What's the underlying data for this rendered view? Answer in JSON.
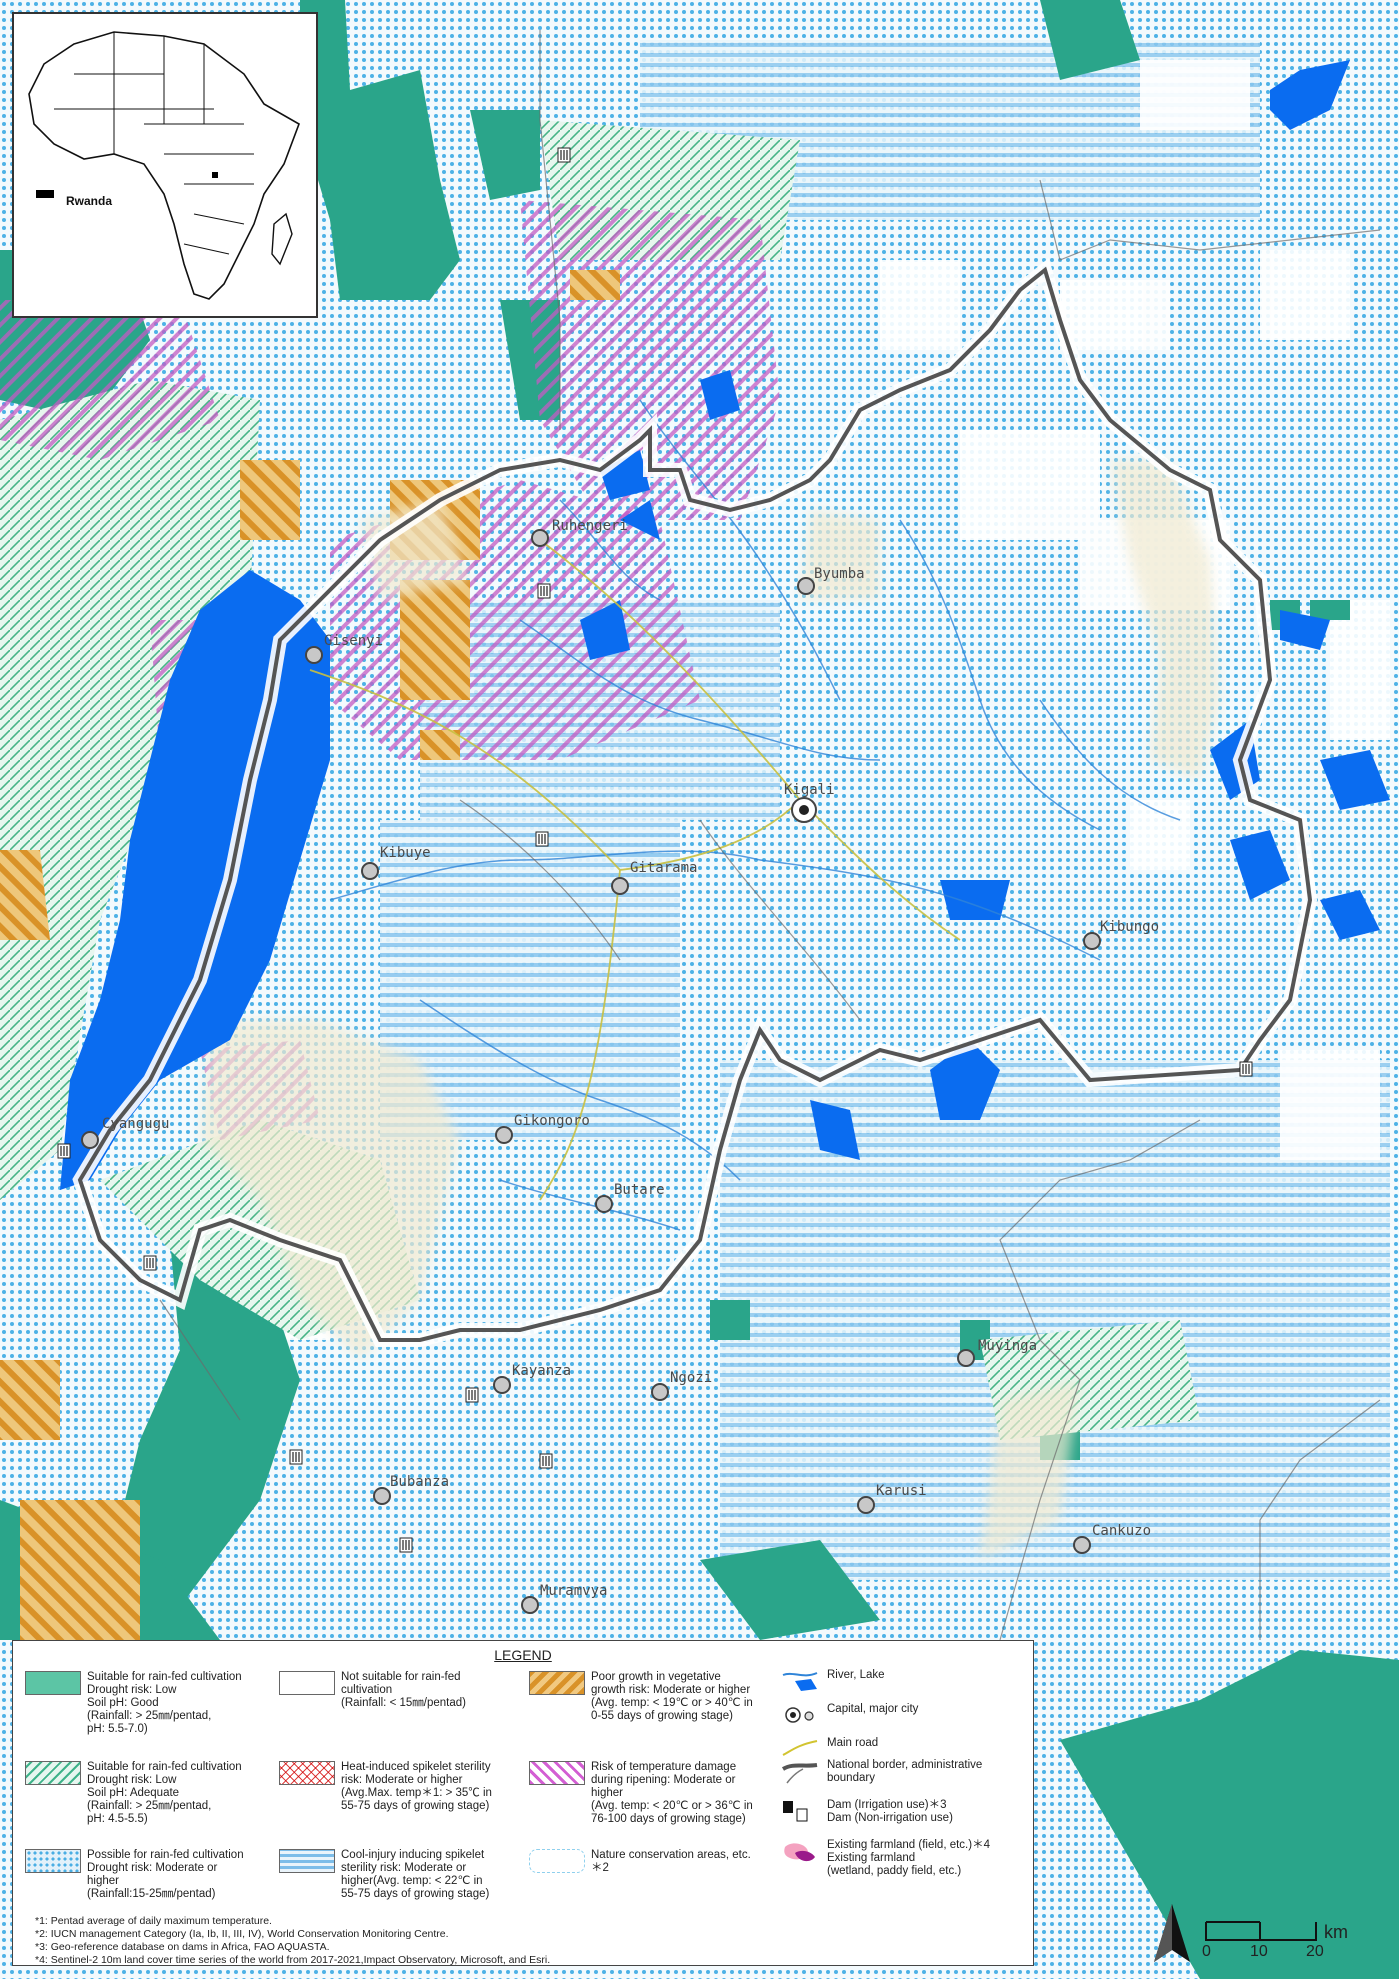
{
  "cities": [
    {
      "id": "ruhengeri",
      "label": "Ruhengeri",
      "capital": false
    },
    {
      "id": "byumba",
      "label": "Byumba",
      "capital": false
    },
    {
      "id": "gisenyi",
      "label": "Gisenyi",
      "capital": false
    },
    {
      "id": "kigali",
      "label": "Kigali",
      "capital": true
    },
    {
      "id": "kibuye",
      "label": "Kibuye",
      "capital": false
    },
    {
      "id": "gitarama",
      "label": "Gitarama",
      "capital": false
    },
    {
      "id": "kibungo",
      "label": "Kibungo",
      "capital": false
    },
    {
      "id": "cyangugu",
      "label": "Cyangugu",
      "capital": false
    },
    {
      "id": "gikongoro",
      "label": "Gikongoro",
      "capital": false
    },
    {
      "id": "butare",
      "label": "Butare",
      "capital": false
    },
    {
      "id": "kayanza",
      "label": "Kayanza",
      "capital": false
    },
    {
      "id": "ngozi",
      "label": "Ngozi",
      "capital": false
    },
    {
      "id": "muyinga",
      "label": "Muyinga",
      "capital": false
    },
    {
      "id": "bubanza",
      "label": "Bubanza",
      "capital": false
    },
    {
      "id": "karusi",
      "label": "Karusi",
      "capital": false
    },
    {
      "id": "cankuzo",
      "label": "Cankuzo",
      "capital": false
    },
    {
      "id": "muramvya",
      "label": "Muramvya",
      "capital": false
    }
  ],
  "inset": {
    "country_label": "Rwanda"
  },
  "legend": {
    "title": "LEGEND",
    "categories": [
      {
        "id": "suitable-good",
        "lines": [
          "Suitable for rain-fed cultivation",
          "Drought risk: Low",
          "Soil pH: Good",
          "(Rainfall: > 25㎜/pentad,",
          "pH: 5.5-7.0)"
        ]
      },
      {
        "id": "not-suitable",
        "lines": [
          "Not suitable for rain-fed",
          "cultivation",
          "(Rainfall: < 15㎜/pentad)"
        ]
      },
      {
        "id": "poor-growth",
        "lines": [
          "Poor growth in vegetative",
          "growth risk: Moderate or higher",
          "(Avg. temp: < 19℃ or > 40℃ in",
          "0-55 days of growing stage)"
        ]
      },
      {
        "id": "suitable-adequate",
        "lines": [
          "Suitable for rain-fed cultivation",
          "Drought risk: Low",
          "Soil pH: Adequate",
          "(Rainfall: > 25㎜/pentad,",
          "pH: 4.5-5.5)"
        ]
      },
      {
        "id": "heat-sterility",
        "lines": [
          "Heat-induced spikelet sterility",
          "risk: Moderate or higher",
          "(Avg.Max. temp＊1: > 35℃ in",
          "55-75 days of growing stage)"
        ]
      },
      {
        "id": "ripening-damage",
        "lines": [
          "Risk of temperature damage",
          "during ripening: Moderate or",
          "higher",
          "(Avg. temp: < 20℃ or > 36℃ in",
          "76-100 days of growing stage)"
        ]
      },
      {
        "id": "possible",
        "lines": [
          "Possible for rain-fed cultivation",
          "Drought risk: Moderate or",
          "higher",
          "(Rainfall:15-25㎜/pentad)"
        ]
      },
      {
        "id": "cool-injury",
        "lines": [
          "Cool-injury inducing spikelet",
          "sterility risk: Moderate or",
          "higher(Avg. temp: < 22℃ in",
          "55-75 days of growing stage)"
        ]
      },
      {
        "id": "nature-conservation",
        "lines": [
          "Nature conservation areas, etc.",
          "＊2"
        ]
      }
    ],
    "symbols": [
      {
        "id": "river-lake",
        "lines": [
          "River, Lake"
        ]
      },
      {
        "id": "capital-city",
        "lines": [
          "Capital, major city"
        ]
      },
      {
        "id": "main-road",
        "lines": [
          "Main road"
        ]
      },
      {
        "id": "border",
        "lines": [
          "National border, administrative",
          "boundary"
        ]
      },
      {
        "id": "dam",
        "lines": [
          "Dam (Irrigation use)＊3",
          "Dam (Non-irrigation use)"
        ]
      },
      {
        "id": "farmland",
        "lines": [
          "Existing farmland (field, etc.)＊4",
          "Existing farmland",
          "(wetland, paddy field, etc.)"
        ]
      }
    ],
    "footnotes": [
      "*1: Pentad average of daily maximum temperature.",
      "*2: IUCN management Category (Ia, Ib, II, III, IV), World Conservation Monitoring Centre.",
      "*3: Geo-reference database on dams in Africa, FAO AQUASTA.",
      "*4: Sentinel-2 10m land cover time series of the world from 2017-2021,Impact Observatory, Microsoft, and Esri."
    ]
  },
  "scale": {
    "ticks": [
      "0",
      "10",
      "20"
    ],
    "unit": "km"
  },
  "colors": {
    "suitable": "#2aa58a",
    "possible": "#5fb8e6",
    "water": "#0a6cf0",
    "orange": "#e0a030",
    "pink": "#c060c0",
    "border": "#555555"
  }
}
